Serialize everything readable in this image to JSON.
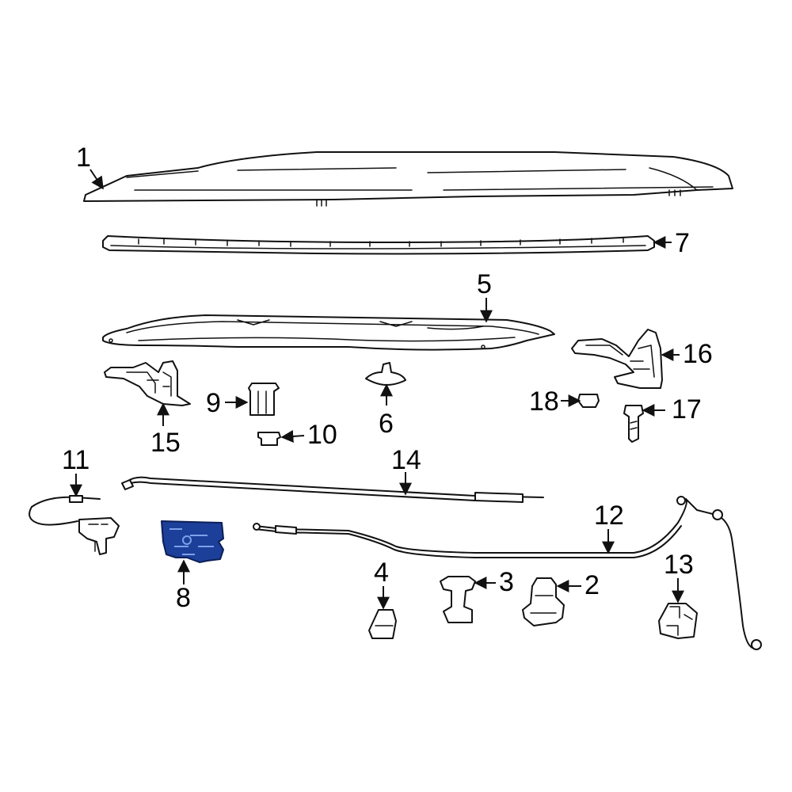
{
  "colors": {
    "line": "#111111",
    "background": "#ffffff",
    "highlight": "#1c3f9a"
  },
  "callouts": [
    "1",
    "2",
    "3",
    "4",
    "5",
    "6",
    "7",
    "8",
    "9",
    "10",
    "11",
    "12",
    "13",
    "14",
    "15",
    "16",
    "17",
    "18"
  ],
  "highlighted_part": "8"
}
